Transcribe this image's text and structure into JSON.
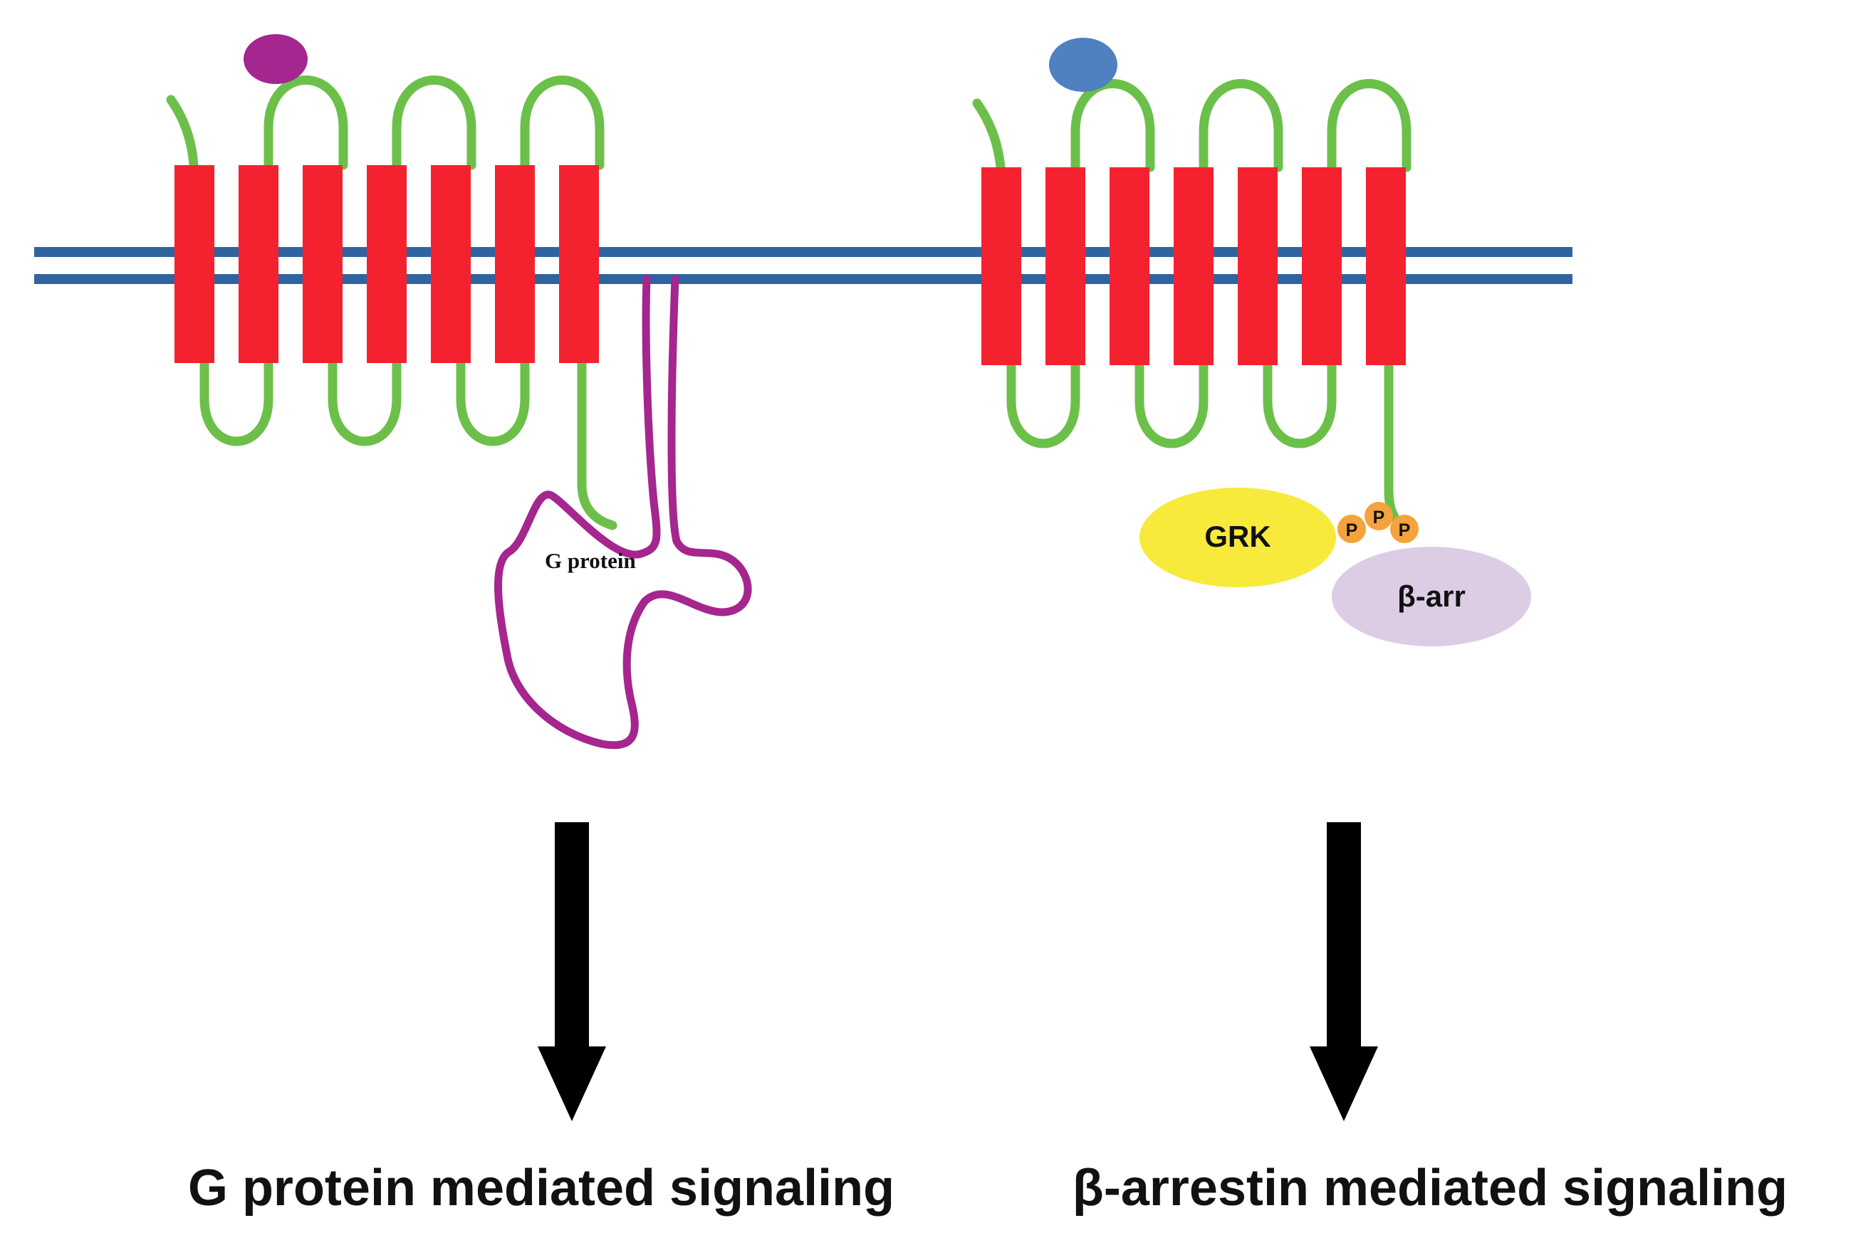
{
  "colors": {
    "membrane": "#2f64a0",
    "helix": "#f4222f",
    "loop": "#6cc04a",
    "g_protein": "#a5268f",
    "ligand_left": "#a5268f",
    "ligand_right": "#4f80c0",
    "grk": "#f7ea3a",
    "beta_arr": "#dccde4",
    "phosphate": "#f5a33c",
    "arrow": "#000000"
  },
  "left_panel": {
    "g_protein_label": "G protein",
    "caption": "G protein mediated signaling"
  },
  "right_panel": {
    "grk_label": "GRK",
    "beta_arr_label": "β-arr",
    "phosphate_labels": [
      "P",
      "P",
      "P"
    ],
    "caption": "β-arrestin mediated signaling"
  }
}
